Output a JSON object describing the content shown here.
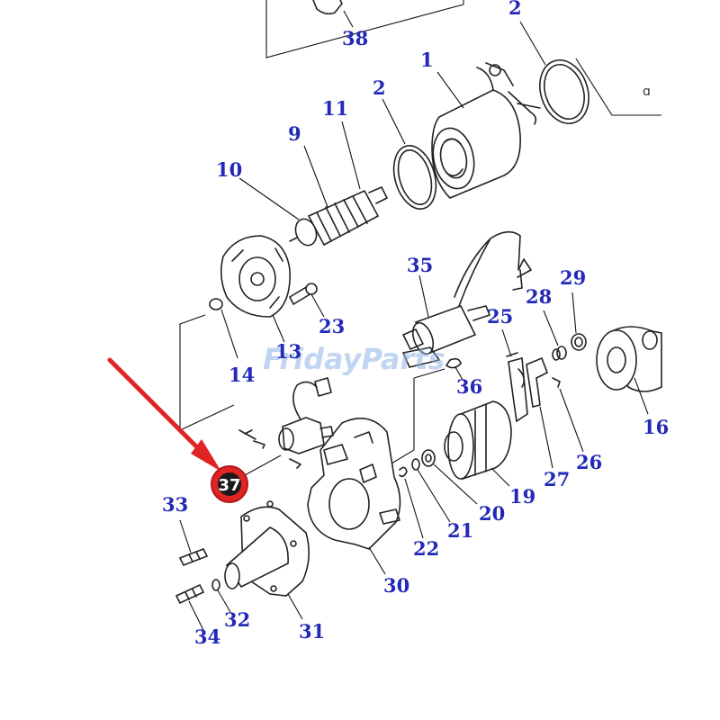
{
  "watermark": "FridayParts",
  "highlight": {
    "label": "37",
    "color": "#e02424"
  },
  "label_color": "#2329b8",
  "labels": {
    "p38": "38",
    "p2a": "2",
    "p1": "1",
    "p2b": "2",
    "p11": "11",
    "p9": "9",
    "p10": "10",
    "p35": "35",
    "p29": "29",
    "p28": "28",
    "p25": "25",
    "p23": "23",
    "p13": "13",
    "p14": "14",
    "p36": "36",
    "p16": "16",
    "p26": "26",
    "p27": "27",
    "p19": "19",
    "p20": "20",
    "p21": "21",
    "p22": "22",
    "p30": "30",
    "p33": "33",
    "p32": "32",
    "p34": "34",
    "p31": "31"
  }
}
